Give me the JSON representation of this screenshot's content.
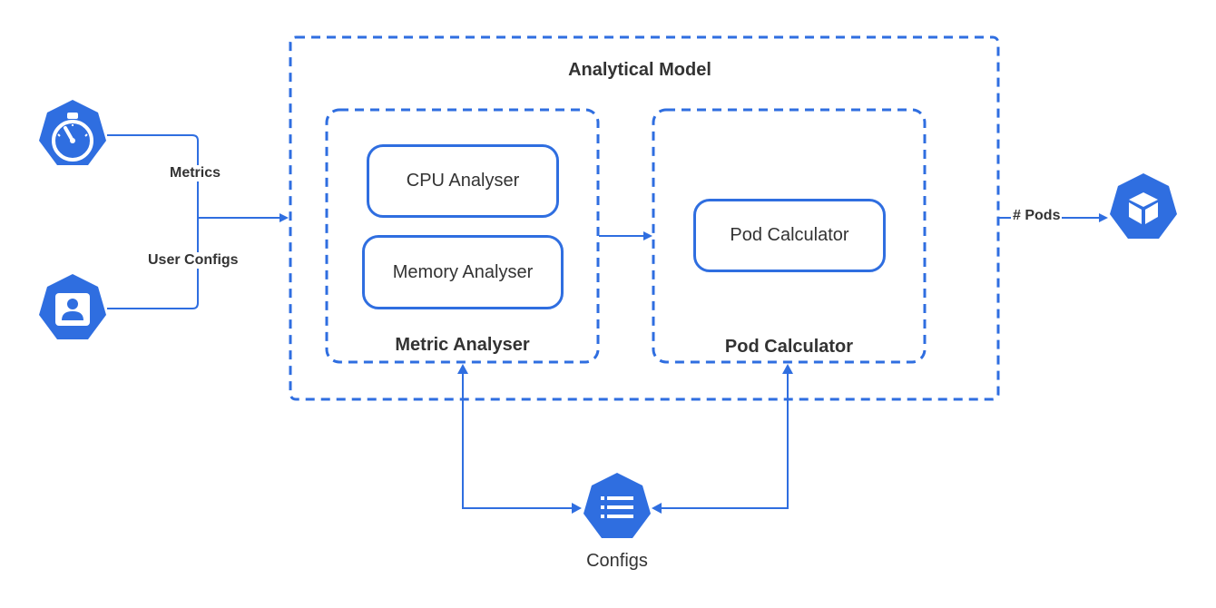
{
  "colors": {
    "accent": "#2f6ee0",
    "text": "#333333"
  },
  "analytical_model": {
    "title": "Analytical Model"
  },
  "metric_analyser": {
    "title": "Metric Analyser",
    "cpu": "CPU Analyser",
    "memory": "Memory Analyser"
  },
  "pod_calculator": {
    "title": "Pod Calculator",
    "inner": "Pod Calculator"
  },
  "inputs": {
    "metrics_label": "Metrics",
    "user_configs_label": "User Configs",
    "metrics_icon": "speedometer-icon",
    "user_icon": "user-card-icon"
  },
  "output": {
    "pods_label": "# Pods",
    "pod_icon": "cube-icon"
  },
  "configs": {
    "label": "Configs",
    "icon": "list-icon"
  }
}
